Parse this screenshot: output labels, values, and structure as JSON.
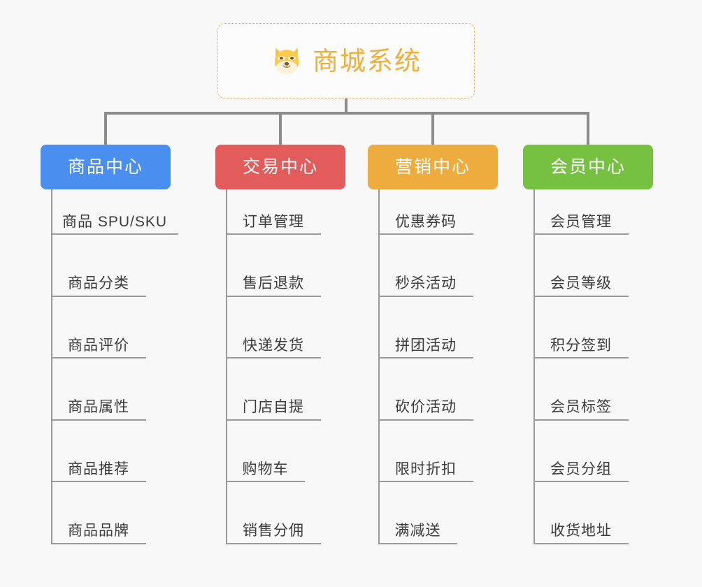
{
  "diagram": {
    "title": "商城系统",
    "type": "mindmap-org-chart",
    "background_color": "#f8f8f8",
    "connector_color": "#8c8c8c",
    "leaf_line_color": "#9a9a9a",
    "root": {
      "label": "商城系统",
      "icon": "dog-face-icon",
      "text_color": "#f0ae3c",
      "border_color": "#e8b96a",
      "background_color": "#fcfcfc"
    },
    "branches": [
      {
        "label": "商品中心",
        "color": "#4a8ef0",
        "items": [
          "商品 SPU/SKU",
          "商品分类",
          "商品评价",
          "商品属性",
          "商品推荐",
          "商品品牌"
        ]
      },
      {
        "label": "交易中心",
        "color": "#e25c5c",
        "items": [
          "订单管理",
          "售后退款",
          "快递发货",
          "门店自提",
          "购物车",
          "销售分佣"
        ]
      },
      {
        "label": "营销中心",
        "color": "#eeac3e",
        "items": [
          "优惠券码",
          "秒杀活动",
          "拼团活动",
          "砍价活动",
          "限时折扣",
          "满减送"
        ]
      },
      {
        "label": "会员中心",
        "color": "#76c042",
        "items": [
          "会员管理",
          "会员等级",
          "积分签到",
          "会员标签",
          "会员分组",
          "收货地址"
        ]
      }
    ]
  }
}
